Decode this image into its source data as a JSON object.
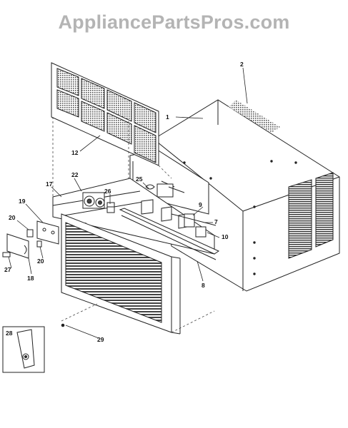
{
  "watermark": "AppliancePartsPros.com",
  "callouts": {
    "c1": "1",
    "c2": "2",
    "c7": "7",
    "c8": "8",
    "c9": "9",
    "c10": "10",
    "c12": "12",
    "c17": "17",
    "c18": "18",
    "c19": "19",
    "c20a": "20",
    "c20b": "20",
    "c22": "22",
    "c25": "25",
    "c26": "26",
    "c27": "27",
    "c28": "28",
    "c29": "29"
  }
}
